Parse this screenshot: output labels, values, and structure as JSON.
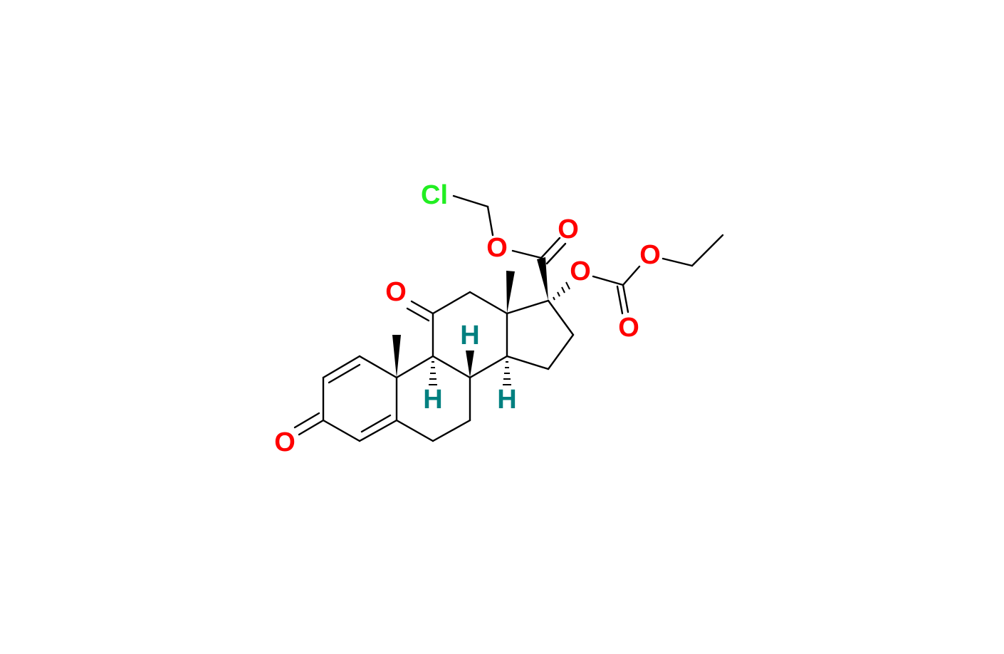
{
  "molecule": {
    "labels": {
      "o_3_keto": "O",
      "o_11_keto": "O",
      "o_ester_single": "O",
      "o_ester_carbonyl": "O",
      "o_17_carbonate": "O",
      "o_carbonate_ether": "O",
      "o_carbonate_carbonyl": "O",
      "cl": "Cl",
      "h_9": "H",
      "h_8": "H",
      "h_14": "H"
    },
    "colors": {
      "oxygen": "#ff0000",
      "chlorine": "#22ee22",
      "hydrogen": "#008080",
      "bond": "#000000"
    }
  }
}
